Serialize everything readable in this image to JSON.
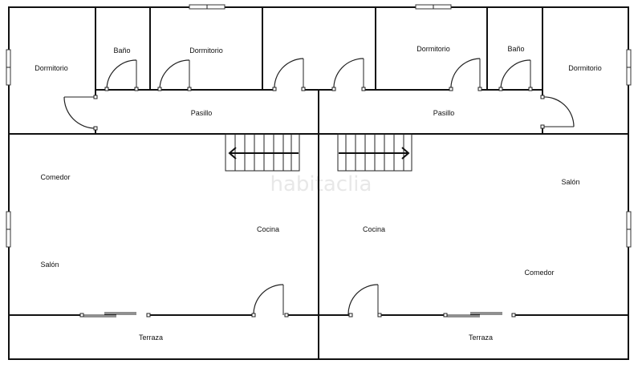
{
  "watermark": "habitaclia",
  "rooms": {
    "dormitorio_left": "Dormitorio",
    "bano_left": "Baño",
    "dormitorio_left_center": "Dormitorio",
    "dormitorio_right_center": "Dormitorio",
    "bano_right": "Baño",
    "dormitorio_right": "Dormitorio",
    "pasillo_left": "Pasillo",
    "pasillo_right": "Pasillo",
    "comedor_left": "Comedor",
    "salon_left": "Salón",
    "cocina_left": "Cocina",
    "cocina_right": "Cocina",
    "salon_right": "Salón",
    "comedor_right": "Comedor",
    "terraza_left": "Terraza",
    "terraza_right": "Terraza"
  }
}
